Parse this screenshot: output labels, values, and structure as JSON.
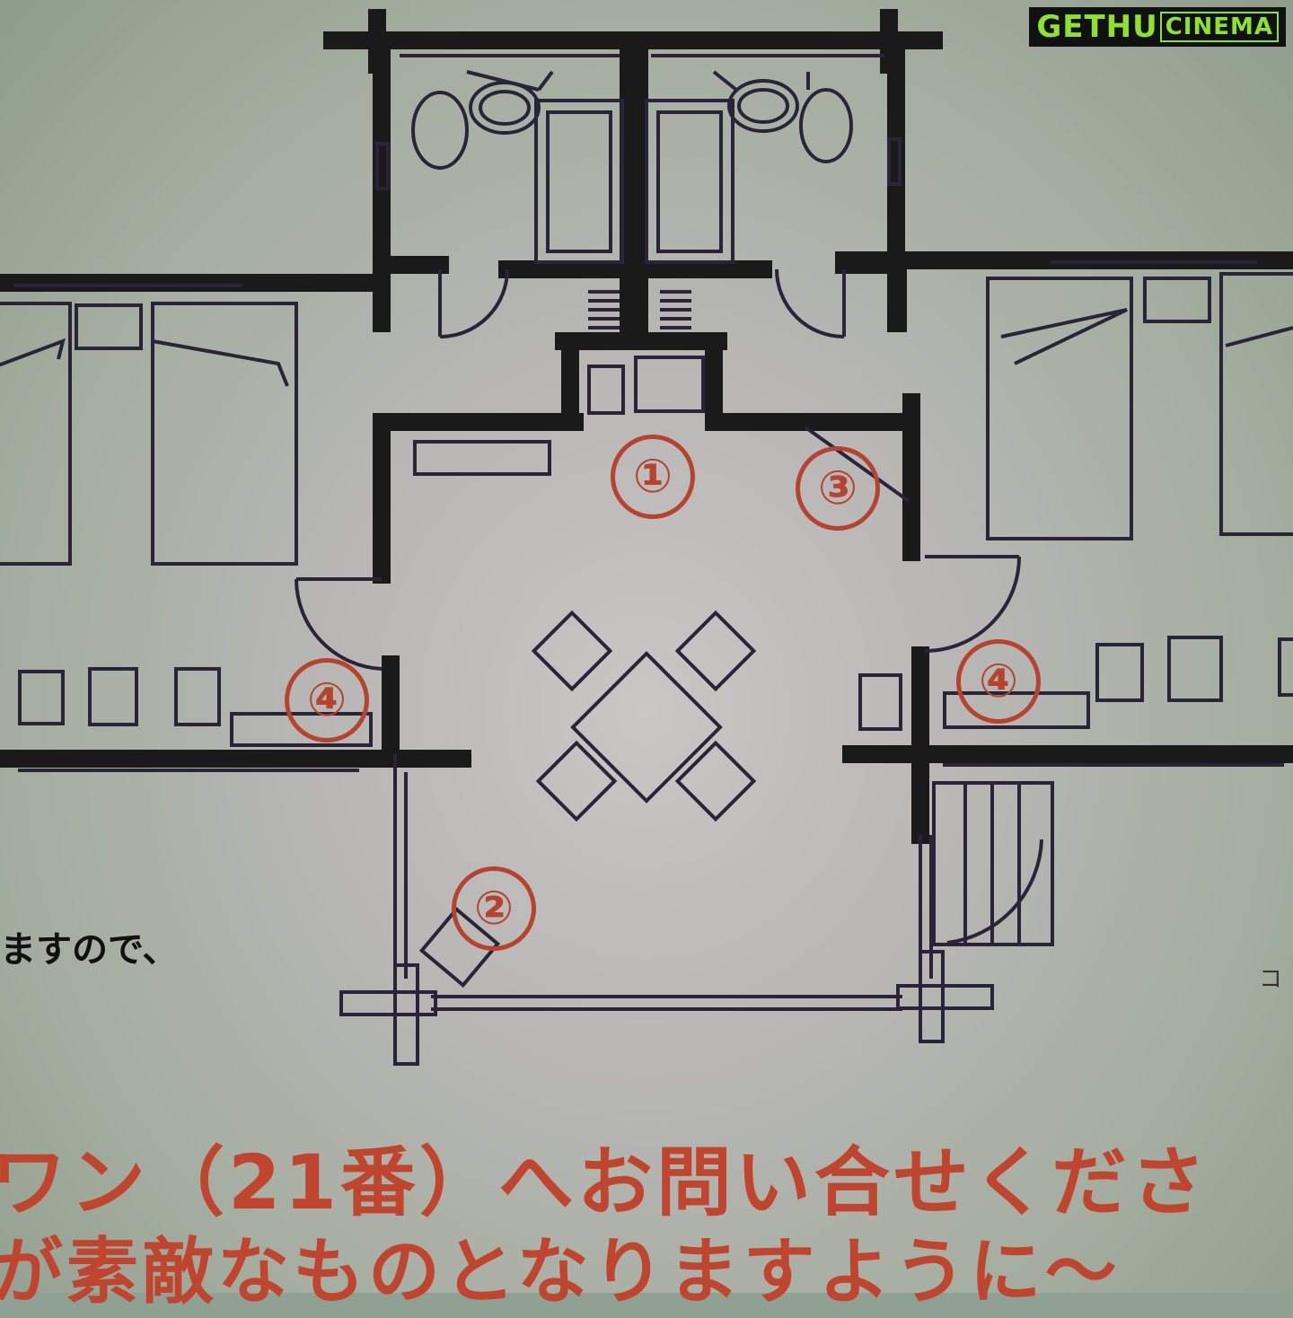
{
  "markers": [
    {
      "id": "marker-1",
      "label": "①"
    },
    {
      "id": "marker-2",
      "label": "②"
    },
    {
      "id": "marker-3",
      "label": "③"
    },
    {
      "id": "marker-4-left",
      "label": "④"
    },
    {
      "id": "marker-4-right",
      "label": "④"
    }
  ],
  "text": {
    "left_fragment": "ますので、",
    "right_fragment": "コ",
    "line1": "ワン（21番）へお問い合せくださ",
    "line2": "が素敵なものとなりますように～"
  },
  "watermark": {
    "part1": "GETHU",
    "part2": "CINEMA"
  },
  "colors": {
    "wall": "#1a1a1a",
    "marker": "#b5432f",
    "line": "#2a2438"
  }
}
